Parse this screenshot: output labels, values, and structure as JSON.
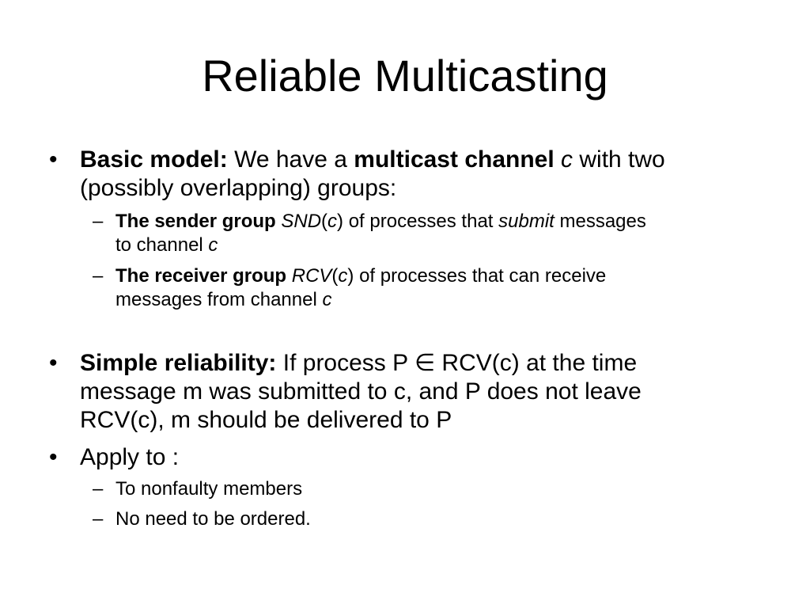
{
  "slide": {
    "title": "Reliable Multicasting",
    "bullet_mark": "•",
    "sub_mark": "–",
    "b1": {
      "bold1": "Basic model:",
      "t1": " We have a ",
      "bold2": "multicast channel",
      "t2": " ",
      "ital1": "c",
      "t3": " with two",
      "line2": "(possibly overlapping) groups:"
    },
    "s1": {
      "bold": "The sender group",
      "t1": " ",
      "ital1": "SND",
      "t2": "(",
      "ital2": "c",
      "t3": ") of processes that ",
      "ital3": "submit",
      "t4": " messages",
      "line2a": "to channel ",
      "line2b": "c"
    },
    "s2": {
      "bold": "The receiver group",
      "t1": " ",
      "ital1": "RCV",
      "t2": "(",
      "ital2": "c",
      "t3": ") of processes that can receive",
      "line2a": "messages from channel ",
      "line2b": "c"
    },
    "b2": {
      "bold": "Simple reliability:",
      "t1": " If process P ∈ RCV(c) at the time",
      "line2": "message m was submitted to c, and P does not leave",
      "line3": "RCV(c), m should be delivered to P"
    },
    "b3": {
      "text": "Apply to :"
    },
    "s3": {
      "text": "To nonfaulty members"
    },
    "s4": {
      "text": "No need to be ordered."
    }
  }
}
